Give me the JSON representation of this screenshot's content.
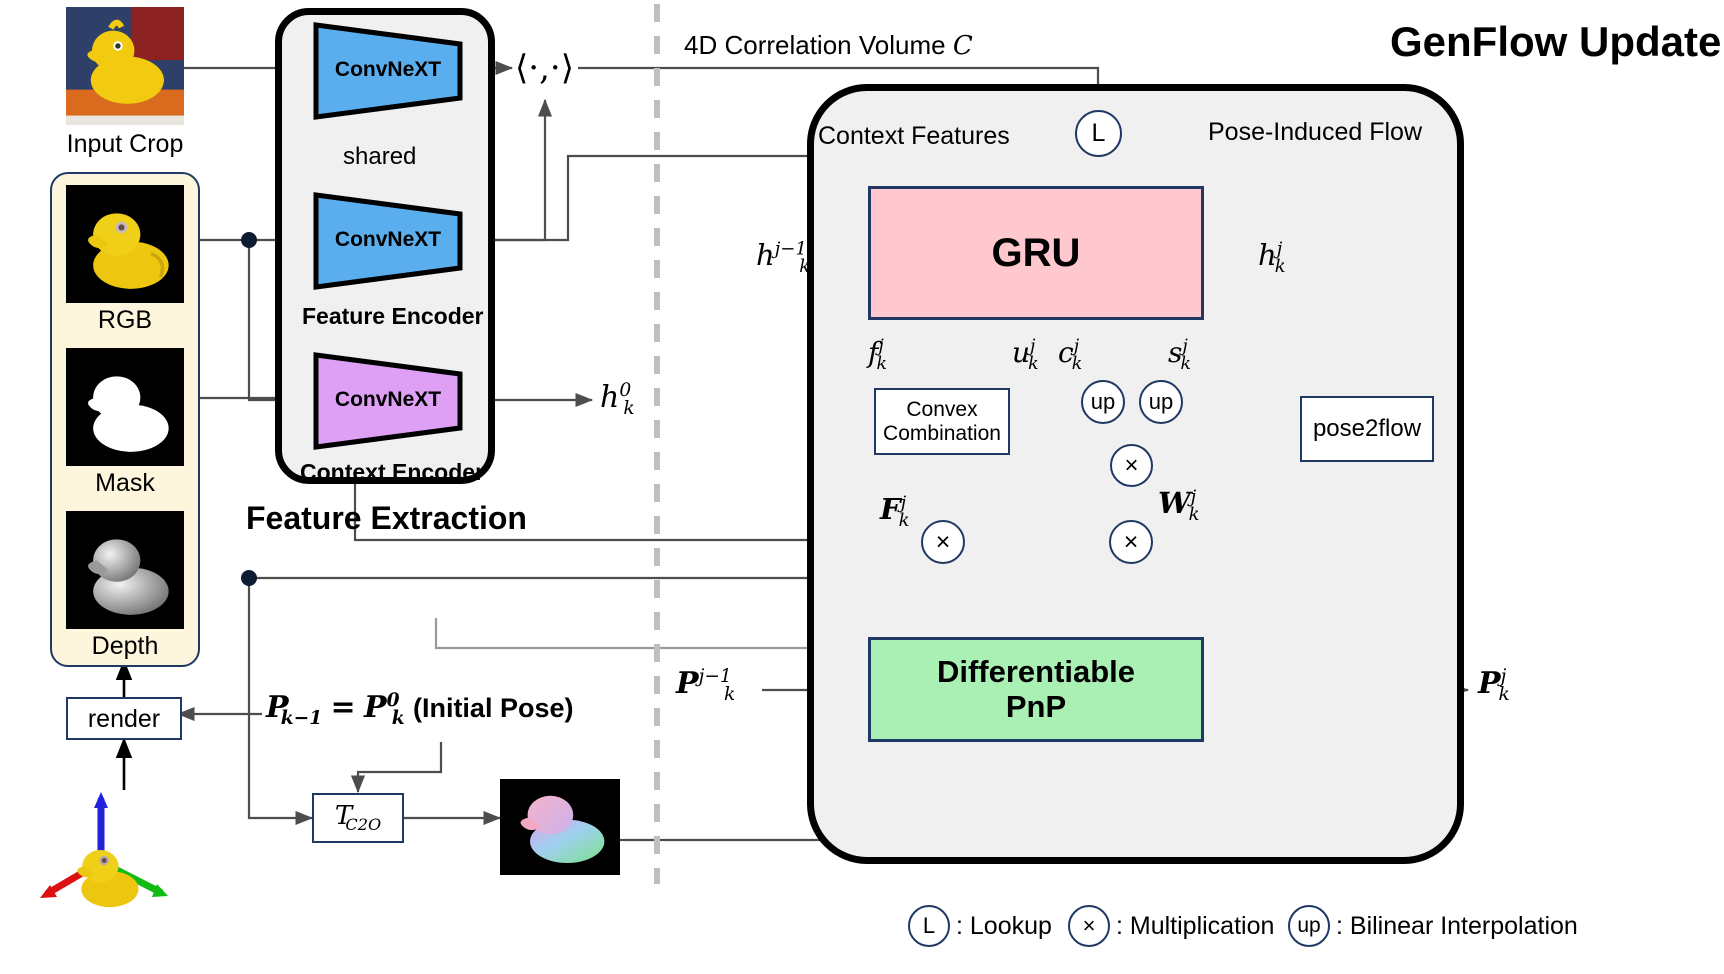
{
  "title": "GenFlow Update",
  "sections": {
    "feature_extraction": "Feature Extraction",
    "feature_encoder": "Feature Encoder",
    "context_encoder": "Context Encoder",
    "shared": "shared"
  },
  "encoders": [
    {
      "name": "ConvNeXT",
      "color": "#5BAEEE"
    },
    {
      "name": "ConvNeXT",
      "color": "#5BAEEE"
    },
    {
      "name": "ConvNeXT",
      "color": "#DDA0F5"
    }
  ],
  "inputs": [
    {
      "label": "Input Crop",
      "kind": "rgb-scene"
    },
    {
      "label": "RGB",
      "kind": "rgb-render"
    },
    {
      "label": "Mask",
      "kind": "mask"
    },
    {
      "label": "Depth",
      "kind": "depth"
    }
  ],
  "left_blocks": {
    "render": "render",
    "t_c2o": "T",
    "t_c2o_sub": "C2O",
    "initial_pose": "(Initial Pose)"
  },
  "labels": {
    "inner_product": "⟨·,·⟩",
    "correlation_volume": "4D Correlation Volume",
    "correlation_symbol": "C",
    "context_features": "Context Features",
    "pose_induced_flow": "Pose-Induced Flow"
  },
  "blocks": {
    "gru": "GRU",
    "convex_combination_l1": "Convex",
    "convex_combination_l2": "Combination",
    "pose2flow": "pose2flow",
    "pnp_l1": "Differentiable",
    "pnp_l2": "PnP"
  },
  "symbols": {
    "h_in_base": "h",
    "h_in_sup": "j−1",
    "h_in_sub": "k",
    "h_out_base": "h",
    "h_out_sup": "j",
    "h_out_sub": "k",
    "h0_base": "h",
    "h0_sup": "0",
    "h0_sub": "k",
    "f_base": "f",
    "f_sup": "j",
    "f_sub": "k",
    "u_base": "u",
    "u_sup": "j",
    "u_sub": "k",
    "c_base": "c",
    "c_sup": "j",
    "c_sub": "k",
    "s_base": "s",
    "s_sup": "j",
    "s_sub": "k",
    "F_base": "F",
    "F_sup": "j",
    "F_sub": "k",
    "W_base": "W",
    "W_sup": "j",
    "W_sub": "k",
    "P_in_base": "P",
    "P_in_sup": "j−1",
    "P_in_sub": "k",
    "P_out_base": "P",
    "P_out_sup": "j",
    "P_out_sub": "k",
    "pose_eq_left": "P",
    "pose_eq_left_sub": "k−1",
    "pose_eq_right": "P",
    "pose_eq_right_sup": "0",
    "pose_eq_right_sub": "k",
    "equals": "="
  },
  "circles": {
    "lookup": "L",
    "multiply": "×",
    "upsample": "up"
  },
  "legend": [
    {
      "glyph": "L",
      "text": ": Lookup"
    },
    {
      "glyph": "×",
      "text": ": Multiplication"
    },
    {
      "glyph": "up",
      "text": ": Bilinear Interpolation"
    }
  ],
  "colors": {
    "feature_encoder_fill": "#5BAEEE",
    "context_encoder_fill": "#DDA0F5",
    "gru_fill": "#FFC7CE",
    "pnp_fill": "#AAF0B4",
    "panel_fill": "#FDF5DC",
    "box_fill": "#F0F0F0",
    "border_navy": "#1F3864",
    "thin_wire": "#7F7F7F",
    "thick_wire": "#000000",
    "divider": "#BFBFBF"
  }
}
